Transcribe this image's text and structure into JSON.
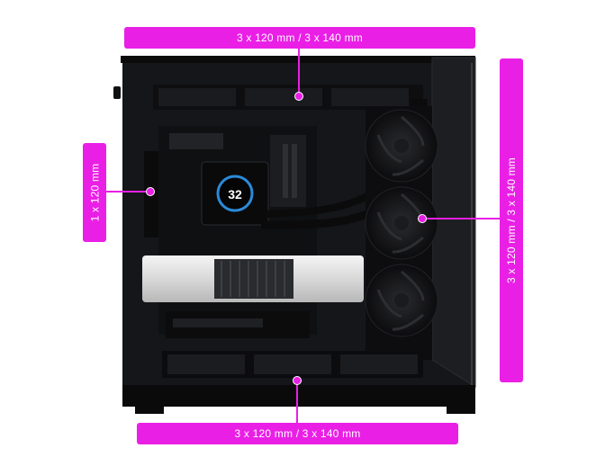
{
  "colors": {
    "accent": "#ea1fe6",
    "case_body": "#111214",
    "gpu_silver": "#e4e4e4"
  },
  "labels": {
    "top": "3 x 120 mm / 3 x 140 mm",
    "bottom": "3 x 120 mm / 3 x 140 mm",
    "left": "1 x 120 mm",
    "right": "3 x 120 mm / 3 x 140 mm"
  },
  "pump_display": {
    "temperature": "32"
  }
}
